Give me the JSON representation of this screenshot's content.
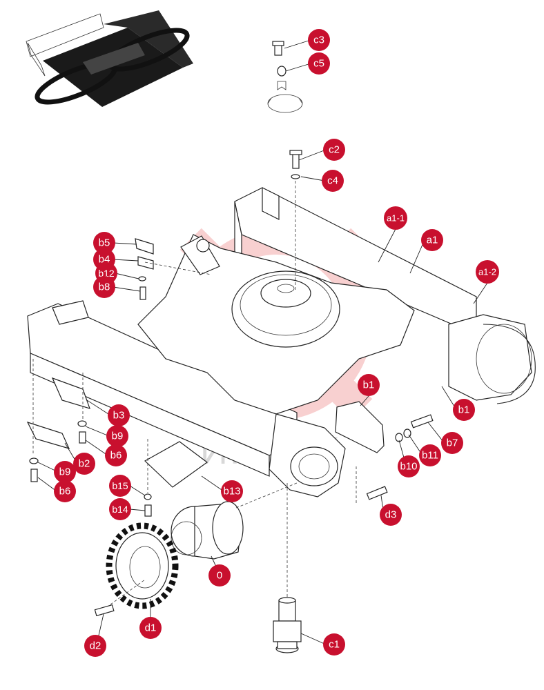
{
  "diagram": {
    "watermark_text": "ИНТЕХ",
    "callouts": [
      {
        "id": "c3",
        "label": "c3"
      },
      {
        "id": "c5",
        "label": "c5"
      },
      {
        "id": "c2",
        "label": "c2"
      },
      {
        "id": "c4",
        "label": "c4"
      },
      {
        "id": "a1-1",
        "label": "a1-1"
      },
      {
        "id": "a1",
        "label": "a1"
      },
      {
        "id": "a1-2",
        "label": "a1-2"
      },
      {
        "id": "b5",
        "label": "b5"
      },
      {
        "id": "b4",
        "label": "b4"
      },
      {
        "id": "b12",
        "label": "b12"
      },
      {
        "id": "b8",
        "label": "b8"
      },
      {
        "id": "b1-cover",
        "label": "b1"
      },
      {
        "id": "b1-motor",
        "label": "b1"
      },
      {
        "id": "b3",
        "label": "b3"
      },
      {
        "id": "b9-upper",
        "label": "b9"
      },
      {
        "id": "b6-upper",
        "label": "b6"
      },
      {
        "id": "b2",
        "label": "b2"
      },
      {
        "id": "b9-lower",
        "label": "b9"
      },
      {
        "id": "b6-lower",
        "label": "b6"
      },
      {
        "id": "b7",
        "label": "b7"
      },
      {
        "id": "b11",
        "label": "b11"
      },
      {
        "id": "b10",
        "label": "b10"
      },
      {
        "id": "b13",
        "label": "b13"
      },
      {
        "id": "b15",
        "label": "b15"
      },
      {
        "id": "b14",
        "label": "b14"
      },
      {
        "id": "d3",
        "label": "d3"
      },
      {
        "id": "zero",
        "label": "0"
      },
      {
        "id": "d1",
        "label": "d1"
      },
      {
        "id": "d2",
        "label": "d2"
      },
      {
        "id": "c1",
        "label": "c1"
      }
    ]
  }
}
